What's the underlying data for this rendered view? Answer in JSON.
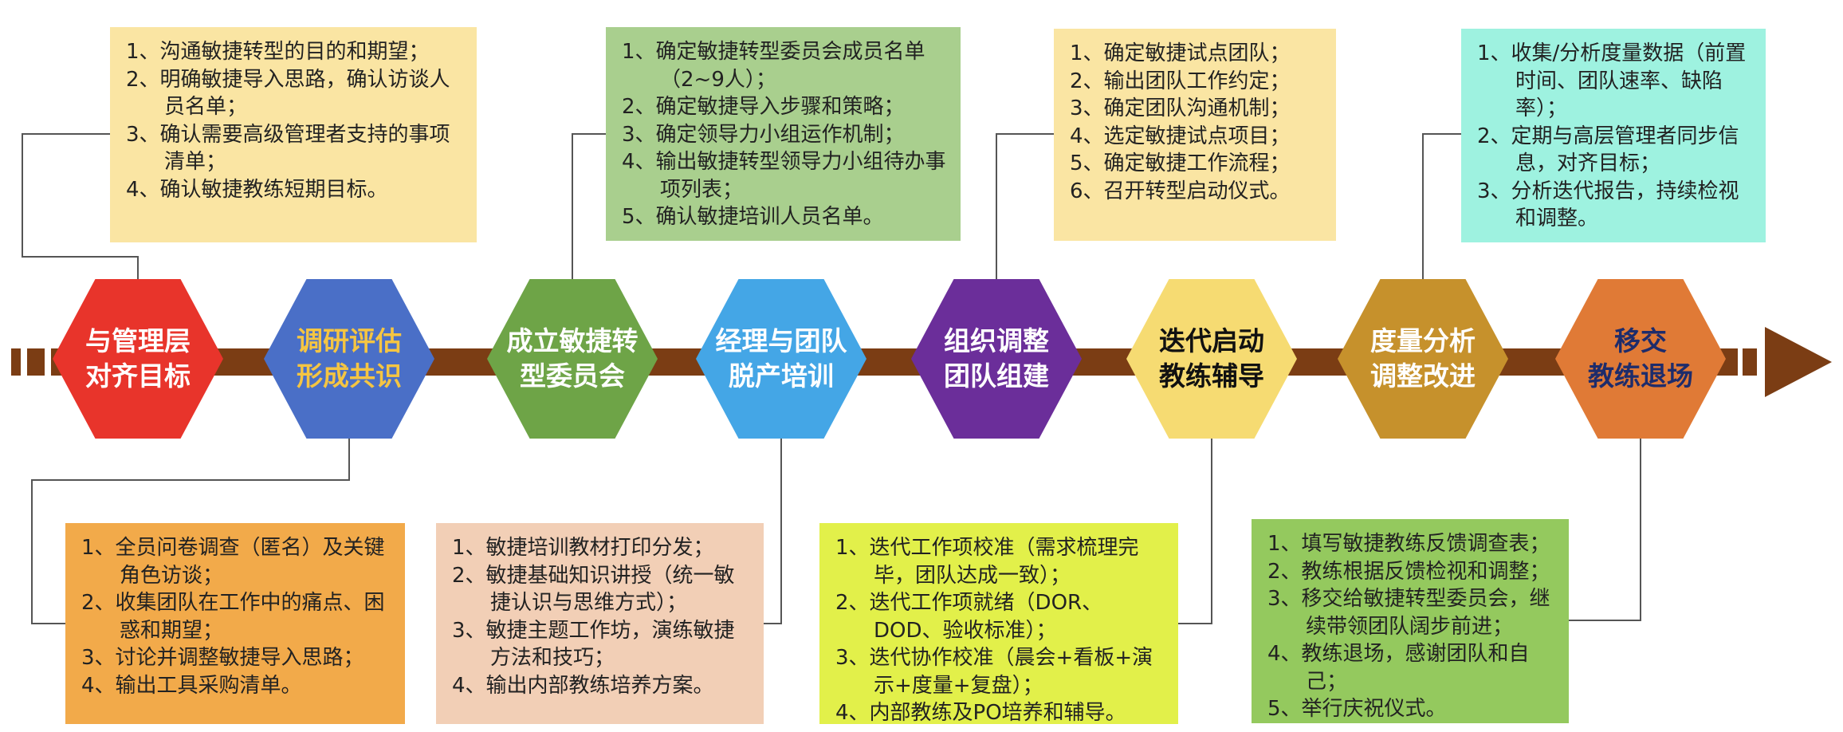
{
  "stages": [
    {
      "label": "与管理层\n对齐目标",
      "color": "#e8342b",
      "text_color": "#ffffff"
    },
    {
      "label": "调研评估\n形成共识",
      "color": "#4a6fc7",
      "text_color": "#f5c542"
    },
    {
      "label": "成立敏捷转\n型委员会",
      "color": "#6ea447",
      "text_color": "#ffffff"
    },
    {
      "label": "经理与团队\n脱产培训",
      "color": "#44a6e6",
      "text_color": "#ffffff"
    },
    {
      "label": "组织调整\n团队组建",
      "color": "#6b2e9a",
      "text_color": "#ffffff"
    },
    {
      "label": "迭代启动\n教练辅导",
      "color": "#f6db72",
      "text_color": "#111111"
    },
    {
      "label": "度量分析\n调整改进",
      "color": "#c6912c",
      "text_color": "#ffffff"
    },
    {
      "label": "移交\n教练退场",
      "color": "#e07a36",
      "text_color": "#1e2c6b"
    }
  ],
  "top_boxes": [
    {
      "stage": 1,
      "color": "#fae5a3",
      "items": [
        "1、沟通敏捷转型的目的和期望；",
        "2、明确敏捷导入思路，确认访谈人员名单；",
        "3、确认需要高级管理者支持的事项清单；",
        "4、确认敏捷教练短期目标。"
      ]
    },
    {
      "stage": 3,
      "color": "#a9cf8e",
      "items": [
        "1、确定敏捷转型委员会成员名单（2~9人）；",
        "2、确定敏捷导入步骤和策略；",
        "3、确定领导力小组运作机制；",
        "4、输出敏捷转型领导力小组待办事项列表；",
        "5、确认敏捷培训人员名单。"
      ]
    },
    {
      "stage": 5,
      "color": "#fae5a3",
      "items": [
        "1、确定敏捷试点团队；",
        "2、输出团队工作约定；",
        "3、确定团队沟通机制；",
        "4、选定敏捷试点项目；",
        "5、确定敏捷工作流程；",
        "6、召开转型启动仪式。"
      ]
    },
    {
      "stage": 7,
      "color": "#9ef2e0",
      "items": [
        "1、收集/分析度量数据（前置时间、团队速率、缺陷率）；",
        "2、定期与高层管理者同步信息，对齐目标；",
        "3、分析迭代报告，持续检视和调整。"
      ]
    }
  ],
  "bottom_boxes": [
    {
      "stage": 2,
      "color": "#f2aa4a",
      "items": [
        "1、全员问卷调查（匿名）及关键角色访谈；",
        "2、收集团队在工作中的痛点、困惑和期望；",
        "3、讨论并调整敏捷导入思路；",
        "4、输出工具采购清单。"
      ]
    },
    {
      "stage": 4,
      "color": "#f2cfb6",
      "items": [
        "1、敏捷培训教材打印分发；",
        "2、敏捷基础知识讲授（统一敏捷认识与思维方式）；",
        "3、敏捷主题工作坊，演练敏捷方法和技巧；",
        "4、输出内部教练培养方案。"
      ]
    },
    {
      "stage": 6,
      "color": "#e2f04a",
      "items": [
        "1、迭代工作项校准（需求梳理完毕，团队达成一致）；",
        "2、迭代工作项就绪（DOR、DOD、验收标准）；",
        "3、迭代协作校准（晨会+看板+演示+度量+复盘）；",
        "4、内部教练及PO培养和辅导。"
      ]
    },
    {
      "stage": 8,
      "color": "#94c95e",
      "items": [
        "1、填写敏捷教练反馈调查表；",
        "2、教练根据反馈检视和调整；",
        "3、移交给敏捷转型委员会，继续带领团队阔步前进；",
        "4、教练退场，感谢团队和自己；",
        "5、举行庆祝仪式。"
      ]
    }
  ],
  "arrow_color": "#7b3d14"
}
